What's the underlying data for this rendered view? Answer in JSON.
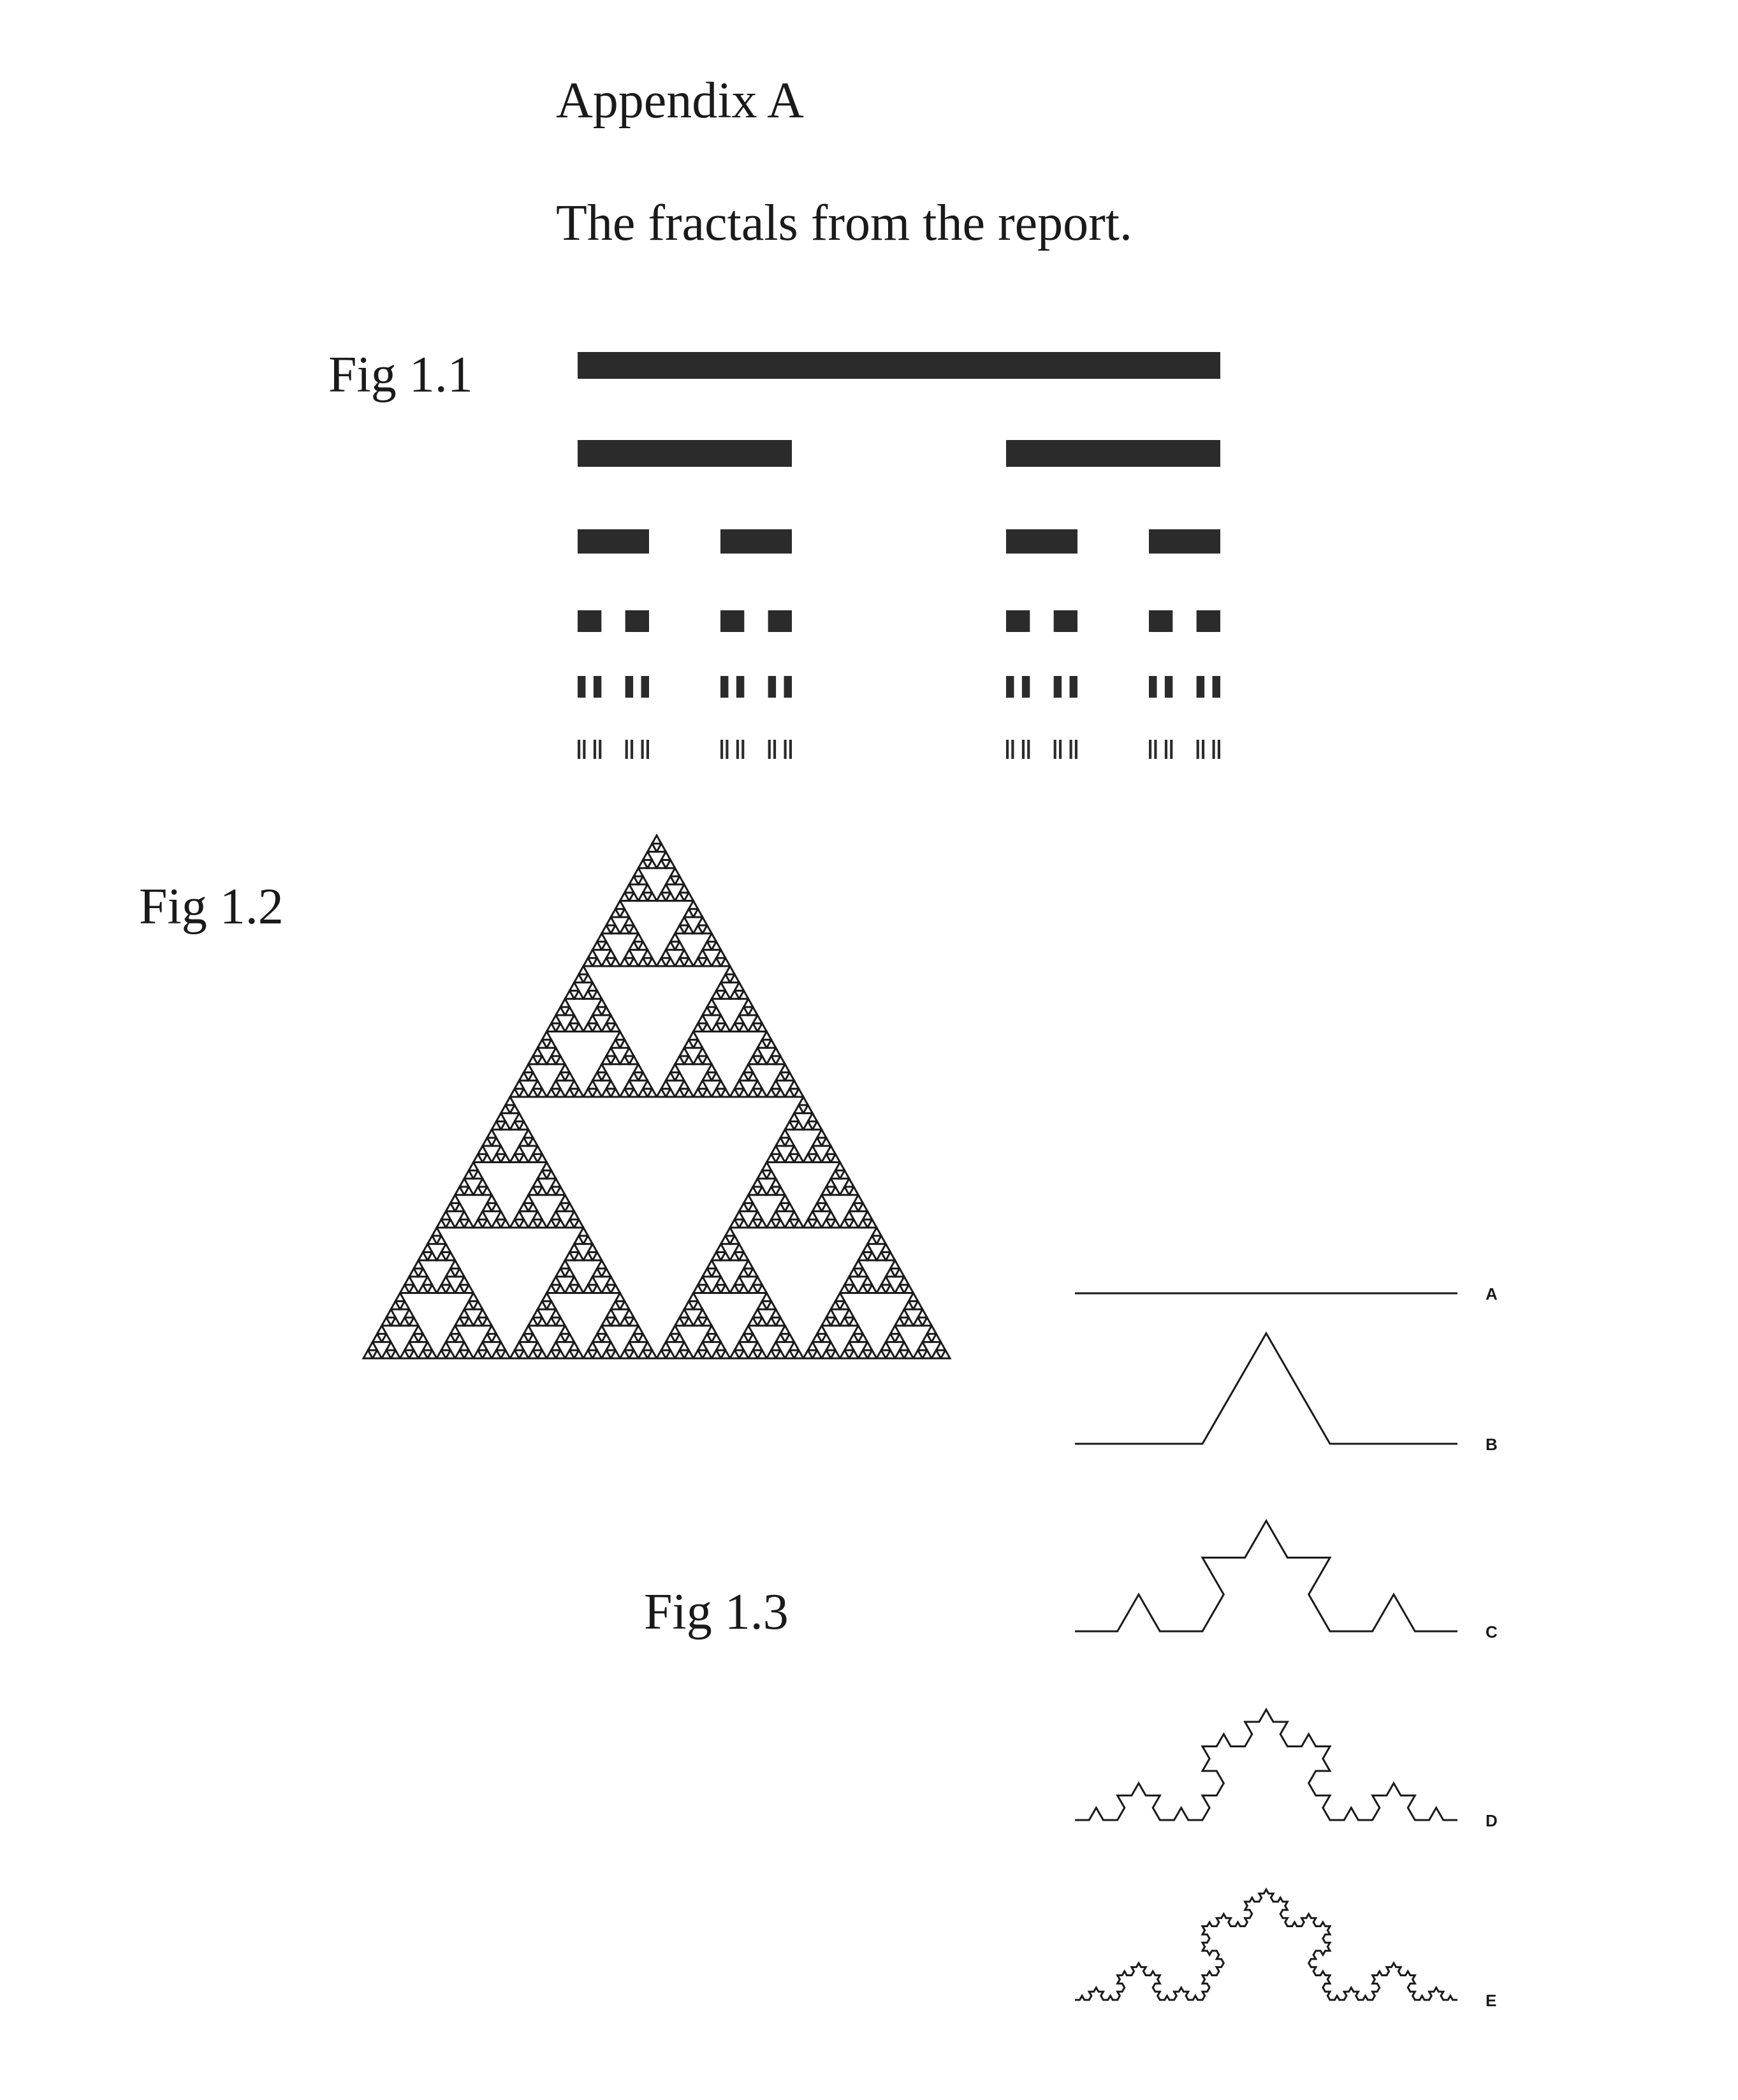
{
  "document": {
    "title": "Appendix A",
    "subtitle": "The fractals from the report."
  },
  "figures": {
    "fig_1_1": {
      "label": "Fig 1.1",
      "iterations": 6,
      "color": "#2b2b2b"
    },
    "fig_1_2": {
      "label": "Fig 1.2",
      "depth": 6,
      "color": "#1a1a1a"
    },
    "fig_1_3": {
      "label": "Fig 1.3",
      "curves": [
        {
          "letter": "A",
          "iteration": 0
        },
        {
          "letter": "B",
          "iteration": 1
        },
        {
          "letter": "C",
          "iteration": 2
        },
        {
          "letter": "D",
          "iteration": 3
        },
        {
          "letter": "E",
          "iteration": 4
        }
      ],
      "color": "#1a1a1a"
    }
  }
}
